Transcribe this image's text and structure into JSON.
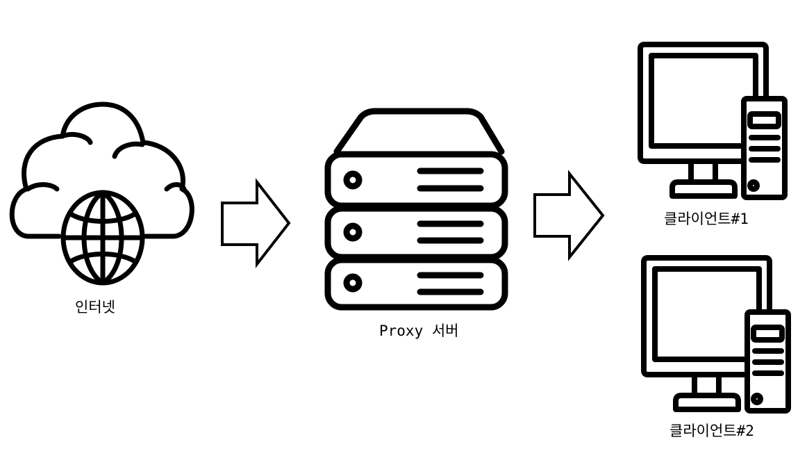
{
  "nodes": {
    "internet": {
      "label": "인터넷",
      "icon": "cloud-globe-icon"
    },
    "proxy": {
      "label": "Proxy 서버",
      "icon": "server-stack-icon"
    },
    "client1": {
      "label": "클라이언트#1",
      "icon": "desktop-computer-icon"
    },
    "client2": {
      "label": "클라이언트#2",
      "icon": "desktop-computer-icon"
    }
  },
  "arrows": [
    {
      "from": "internet",
      "to": "proxy",
      "icon": "right-arrow-icon"
    },
    {
      "from": "proxy",
      "to": "clients",
      "icon": "right-arrow-icon"
    }
  ],
  "colors": {
    "stroke": "#000000",
    "background": "#ffffff"
  }
}
